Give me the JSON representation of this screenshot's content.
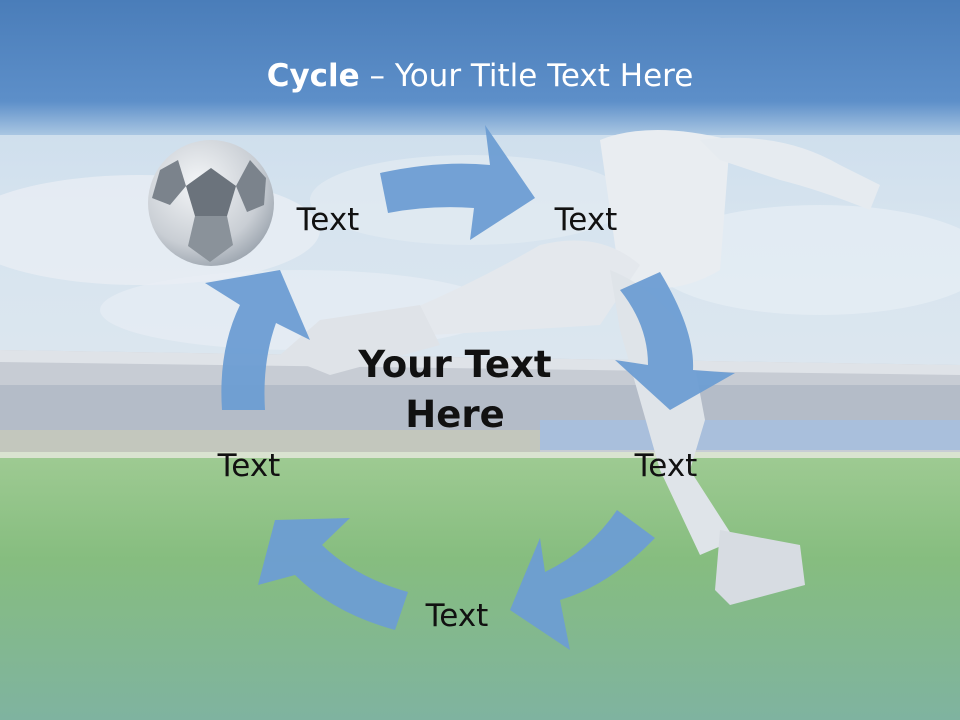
{
  "slide": {
    "title_bold": "Cycle",
    "title_rest": " – Your Title Text Here",
    "center_line1": "Your Text",
    "center_line2": "Here",
    "nodes": [
      {
        "label": "Text"
      },
      {
        "label": "Text"
      },
      {
        "label": "Text"
      },
      {
        "label": "Text"
      },
      {
        "label": "Text"
      }
    ],
    "colors": {
      "arrow": "#6d9dd3",
      "header": "#5286c4",
      "sky": "#c9dcec",
      "grass": "#7fb77e",
      "text": "#111111"
    }
  }
}
